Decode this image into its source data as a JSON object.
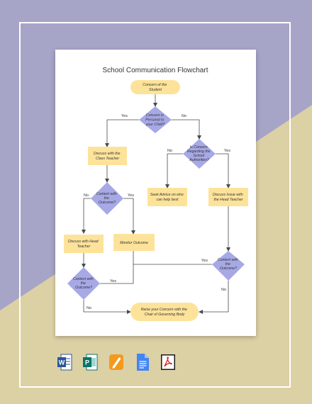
{
  "colors": {
    "background_purple": "#a6a4c7",
    "background_tan": "#dcd0a5",
    "terminal_fill": "#fde39a",
    "process_fill": "#fde39a",
    "decision_fill": "#a7a9e6",
    "line": "#4a4a4a"
  },
  "flowchart": {
    "title": "School Communication Flowchart",
    "start": [
      "Concern of the",
      "Student"
    ],
    "q_personal": [
      "Concern is",
      "Personal to",
      "your Child?"
    ],
    "q_authorities": [
      "Is Concern",
      "Regarding the",
      "School",
      "Authorities?"
    ],
    "p_class_teacher": [
      "Discuss with the",
      "Class Teacher"
    ],
    "p_advice": [
      "Seek Advice on who",
      "can help best"
    ],
    "p_head_teacher_issue": [
      "Discuss Issue with",
      "the Head Teacher"
    ],
    "q_content_1": [
      "Content with",
      "the",
      "Outcome?"
    ],
    "p_discuss_head": [
      "Discuss with Head",
      "Teacher"
    ],
    "p_monitor": [
      "Monitor Outcome"
    ],
    "q_content_2": [
      "Content with",
      "the",
      "Outcome?"
    ],
    "q_content_3": [
      "Content with",
      "the",
      "Outcome?"
    ],
    "end": [
      "Raise your Concern with the",
      "Chair of Governing Body"
    ],
    "labels": {
      "yes": "Yes",
      "no": "No"
    }
  },
  "app_icons": [
    "word-icon",
    "publisher-icon",
    "pages-icon",
    "google-docs-icon",
    "pdf-icon"
  ]
}
